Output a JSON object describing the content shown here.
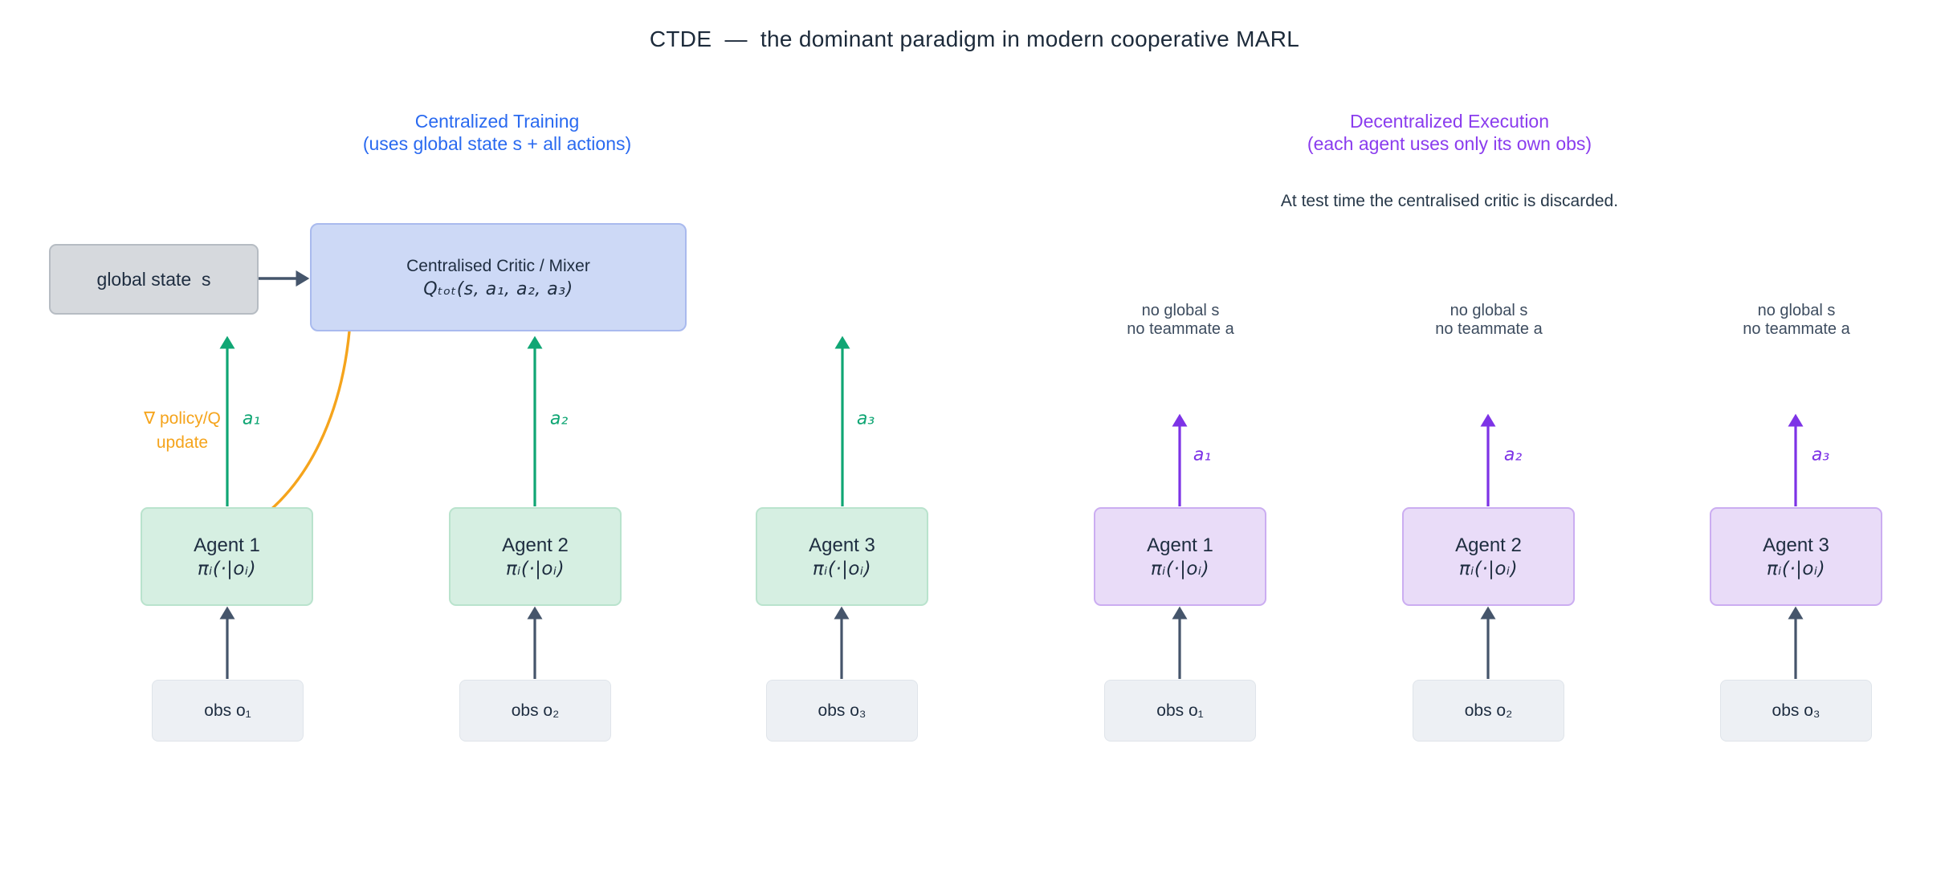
{
  "title": "CTDE  —  the dominant paradigm in modern cooperative MARL",
  "colors": {
    "header_blue": "#2a6af0",
    "header_purple": "#8a3cee",
    "arrow_green": "#10a674",
    "arrow_purple": "#7d33e6",
    "arrow_slate": "#45556b",
    "arrow_orange": "#f5a41c",
    "critic_fill": "#cdd9f6",
    "agent_green_fill": "#d6efe2",
    "agent_purple_fill": "#e9dcf8",
    "state_fill": "#d6d9dd",
    "obs_fill": "#edf0f4",
    "text_navy": "#1e2d40"
  },
  "left": {
    "header": "Centralized Training",
    "subheader": "(uses global state s + all actions)",
    "global_state": "global state  s",
    "critic_line1": "Centralised Critic / Mixer",
    "critic_line2": "Qₜₒₜ(s, a₁, a₂, a₃)",
    "gradient_label": "∇ policy/Q\nupdate",
    "agents": [
      {
        "name": "Agent 1",
        "policy": "πᵢ(·|oᵢ)",
        "action": "a₁",
        "obs": "obs o₁"
      },
      {
        "name": "Agent 2",
        "policy": "πᵢ(·|oᵢ)",
        "action": "a₂",
        "obs": "obs o₂"
      },
      {
        "name": "Agent 3",
        "policy": "πᵢ(·|oᵢ)",
        "action": "a₃",
        "obs": "obs o₃"
      }
    ]
  },
  "right": {
    "header": "Decentralized Execution",
    "subheader": "(each agent uses only its own obs)",
    "note": "At test time the centralised critic is discarded.",
    "constraint": "no global s\nno teammate a",
    "agents": [
      {
        "name": "Agent 1",
        "policy": "πᵢ(·|oᵢ)",
        "action": "a₁",
        "obs": "obs o₁"
      },
      {
        "name": "Agent 2",
        "policy": "πᵢ(·|oᵢ)",
        "action": "a₂",
        "obs": "obs o₂"
      },
      {
        "name": "Agent 3",
        "policy": "πᵢ(·|oᵢ)",
        "action": "a₃",
        "obs": "obs o₃"
      }
    ]
  }
}
